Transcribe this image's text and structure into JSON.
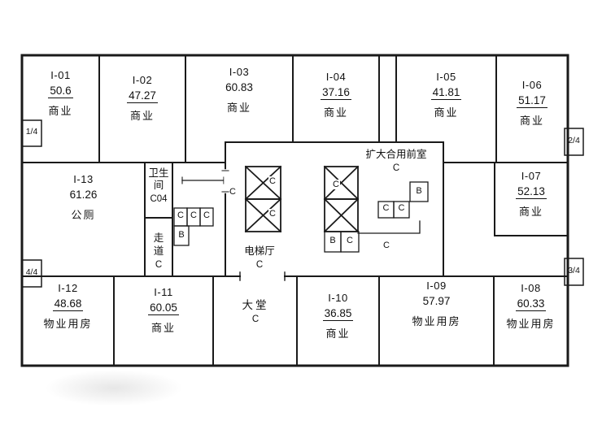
{
  "plan": {
    "rooms": [
      {
        "id": "I-01",
        "area": "50.6",
        "type": "商业"
      },
      {
        "id": "I-02",
        "area": "47.27",
        "type": "商业"
      },
      {
        "id": "I-03",
        "area": "60.83",
        "type": "商业"
      },
      {
        "id": "I-04",
        "area": "37.16",
        "type": "商业"
      },
      {
        "id": "I-05",
        "area": "41.81",
        "type": "商业"
      },
      {
        "id": "I-06",
        "area": "51.17",
        "type": "商业"
      },
      {
        "id": "I-07",
        "area": "52.13",
        "type": "商业"
      },
      {
        "id": "I-08",
        "area": "60.33",
        "type": "物业用房"
      },
      {
        "id": "I-09",
        "area": "57.97",
        "type": "物业用房"
      },
      {
        "id": "I-10",
        "area": "36.85",
        "type": "商业"
      },
      {
        "id": "I-11",
        "area": "60.05",
        "type": "商业"
      },
      {
        "id": "I-12",
        "area": "48.68",
        "type": "物业用房"
      },
      {
        "id": "I-13",
        "area": "61.26",
        "type": "公厕"
      }
    ],
    "spaces": {
      "restroom": {
        "name": "卫生间",
        "code": "C04"
      },
      "corridor": {
        "name": "走道",
        "code": "C"
      },
      "elevator_hall": {
        "name": "电梯厅",
        "code": "C"
      },
      "lobby": {
        "name": "大堂",
        "code": "C"
      },
      "enlarged_shared_front_room": {
        "name": "扩大合用前室",
        "code": "C"
      }
    },
    "stairs": [
      "1/4",
      "2/4",
      "3/4",
      "4/4"
    ],
    "cell_labels": {
      "c": "C",
      "b": "B"
    }
  }
}
